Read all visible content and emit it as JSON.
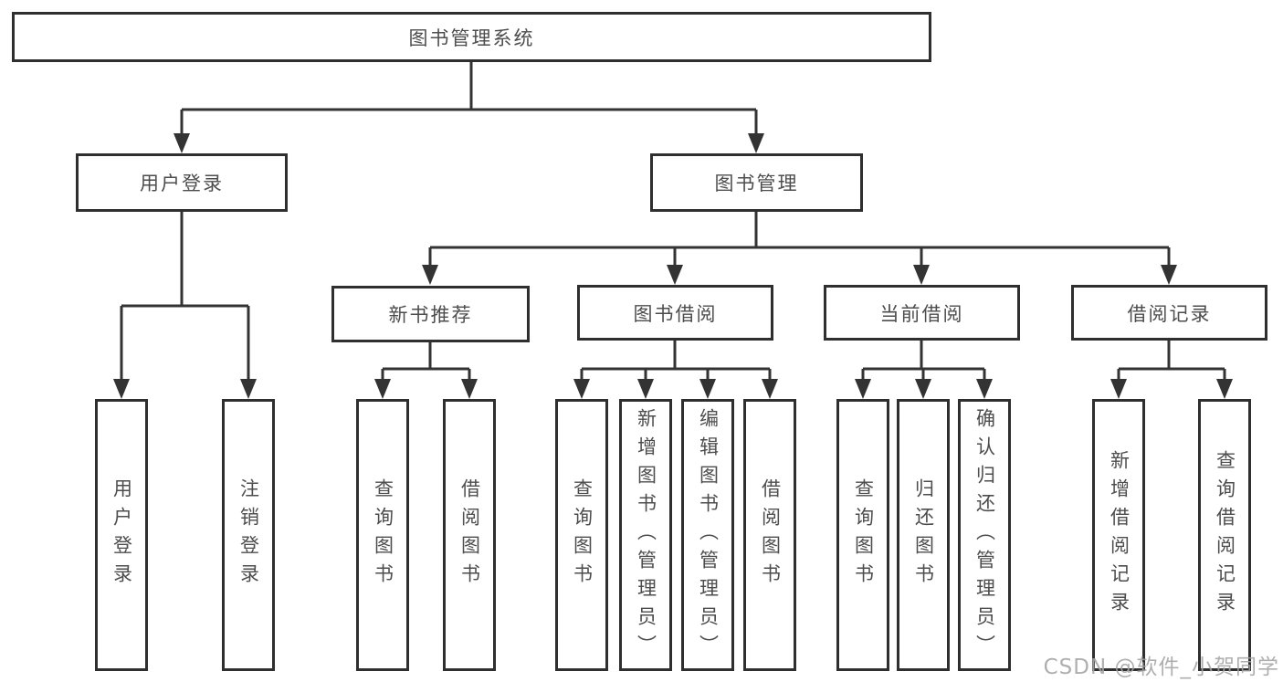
{
  "diagram": {
    "root": {
      "label": "图书管理系统"
    },
    "branches": [
      {
        "label": "用户登录",
        "children": [
          {
            "label": "用户登录"
          },
          {
            "label": "注销登录"
          }
        ]
      },
      {
        "label": "图书管理",
        "children": [
          {
            "label": "新书推荐",
            "children": [
              {
                "label": "查询图书"
              },
              {
                "label": "借阅图书"
              }
            ]
          },
          {
            "label": "图书借阅",
            "children": [
              {
                "label": "查询图书"
              },
              {
                "label": "新增图书（管理员）"
              },
              {
                "label": "编辑图书（管理员）"
              },
              {
                "label": "借阅图书"
              }
            ]
          },
          {
            "label": "当前借阅",
            "children": [
              {
                "label": "查询图书"
              },
              {
                "label": "归还图书"
              },
              {
                "label": "确认归还（管理员）"
              }
            ]
          },
          {
            "label": "借阅记录",
            "children": [
              {
                "label": "新增借阅记录"
              },
              {
                "label": "查询借阅记录"
              }
            ]
          }
        ]
      }
    ]
  },
  "watermark": {
    "text": "CSDN @软件_小贺同学"
  },
  "colors": {
    "line": "#333333",
    "border": "#2f2f2f",
    "text": "#4d4d4d",
    "background": "#ffffff",
    "watermark": "#a4a4a4"
  }
}
